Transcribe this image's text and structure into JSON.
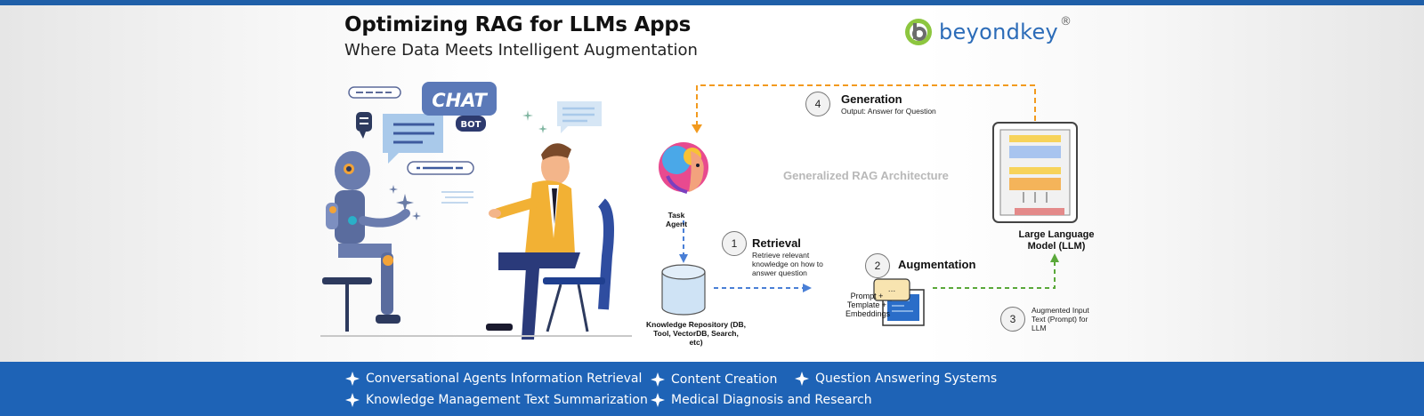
{
  "header": {
    "title": "Optimizing RAG for LLMs Apps",
    "subtitle": "Where Data Meets Intelligent Augmentation"
  },
  "brand": {
    "name": "beyondkey",
    "registered": "®",
    "color": "#2c6cb8",
    "accent": "#8dc63f"
  },
  "illustration": {
    "chat_label": "CHAT",
    "bot_label": "BOT"
  },
  "diagram": {
    "center_title": "Generalized RAG Architecture",
    "task_agent": "Task Agent",
    "knowledge_repository": "Knowledge Repository (DB, Tool, VectorDB, Search, etc)",
    "llm_label": "Large Language Model (LLM)",
    "prompt_template": "Prompt + Template + Embeddings",
    "bubble_text": "...",
    "steps": [
      {
        "number": "1",
        "title": "Retrieval",
        "description": "Retrieve relevant knowledge on how to answer question"
      },
      {
        "number": "2",
        "title": "Augmentation",
        "description": ""
      },
      {
        "number": "3",
        "title": "",
        "description": "Augmented Input Text (Prompt) for LLM"
      },
      {
        "number": "4",
        "title": "Generation",
        "description": "Output: Answer for Question"
      }
    ],
    "colors": {
      "retrieval_arrow": "#4a7fd6",
      "augmented_arrow": "#5aa83a",
      "generation_arrow": "#f29a1e"
    }
  },
  "footer": {
    "background": "#1e63b6",
    "items": [
      "Conversational Agents Information Retrieval",
      "Content Creation",
      "Question Answering Systems",
      "Knowledge Management Text Summarization",
      "Medical Diagnosis and Research"
    ]
  }
}
